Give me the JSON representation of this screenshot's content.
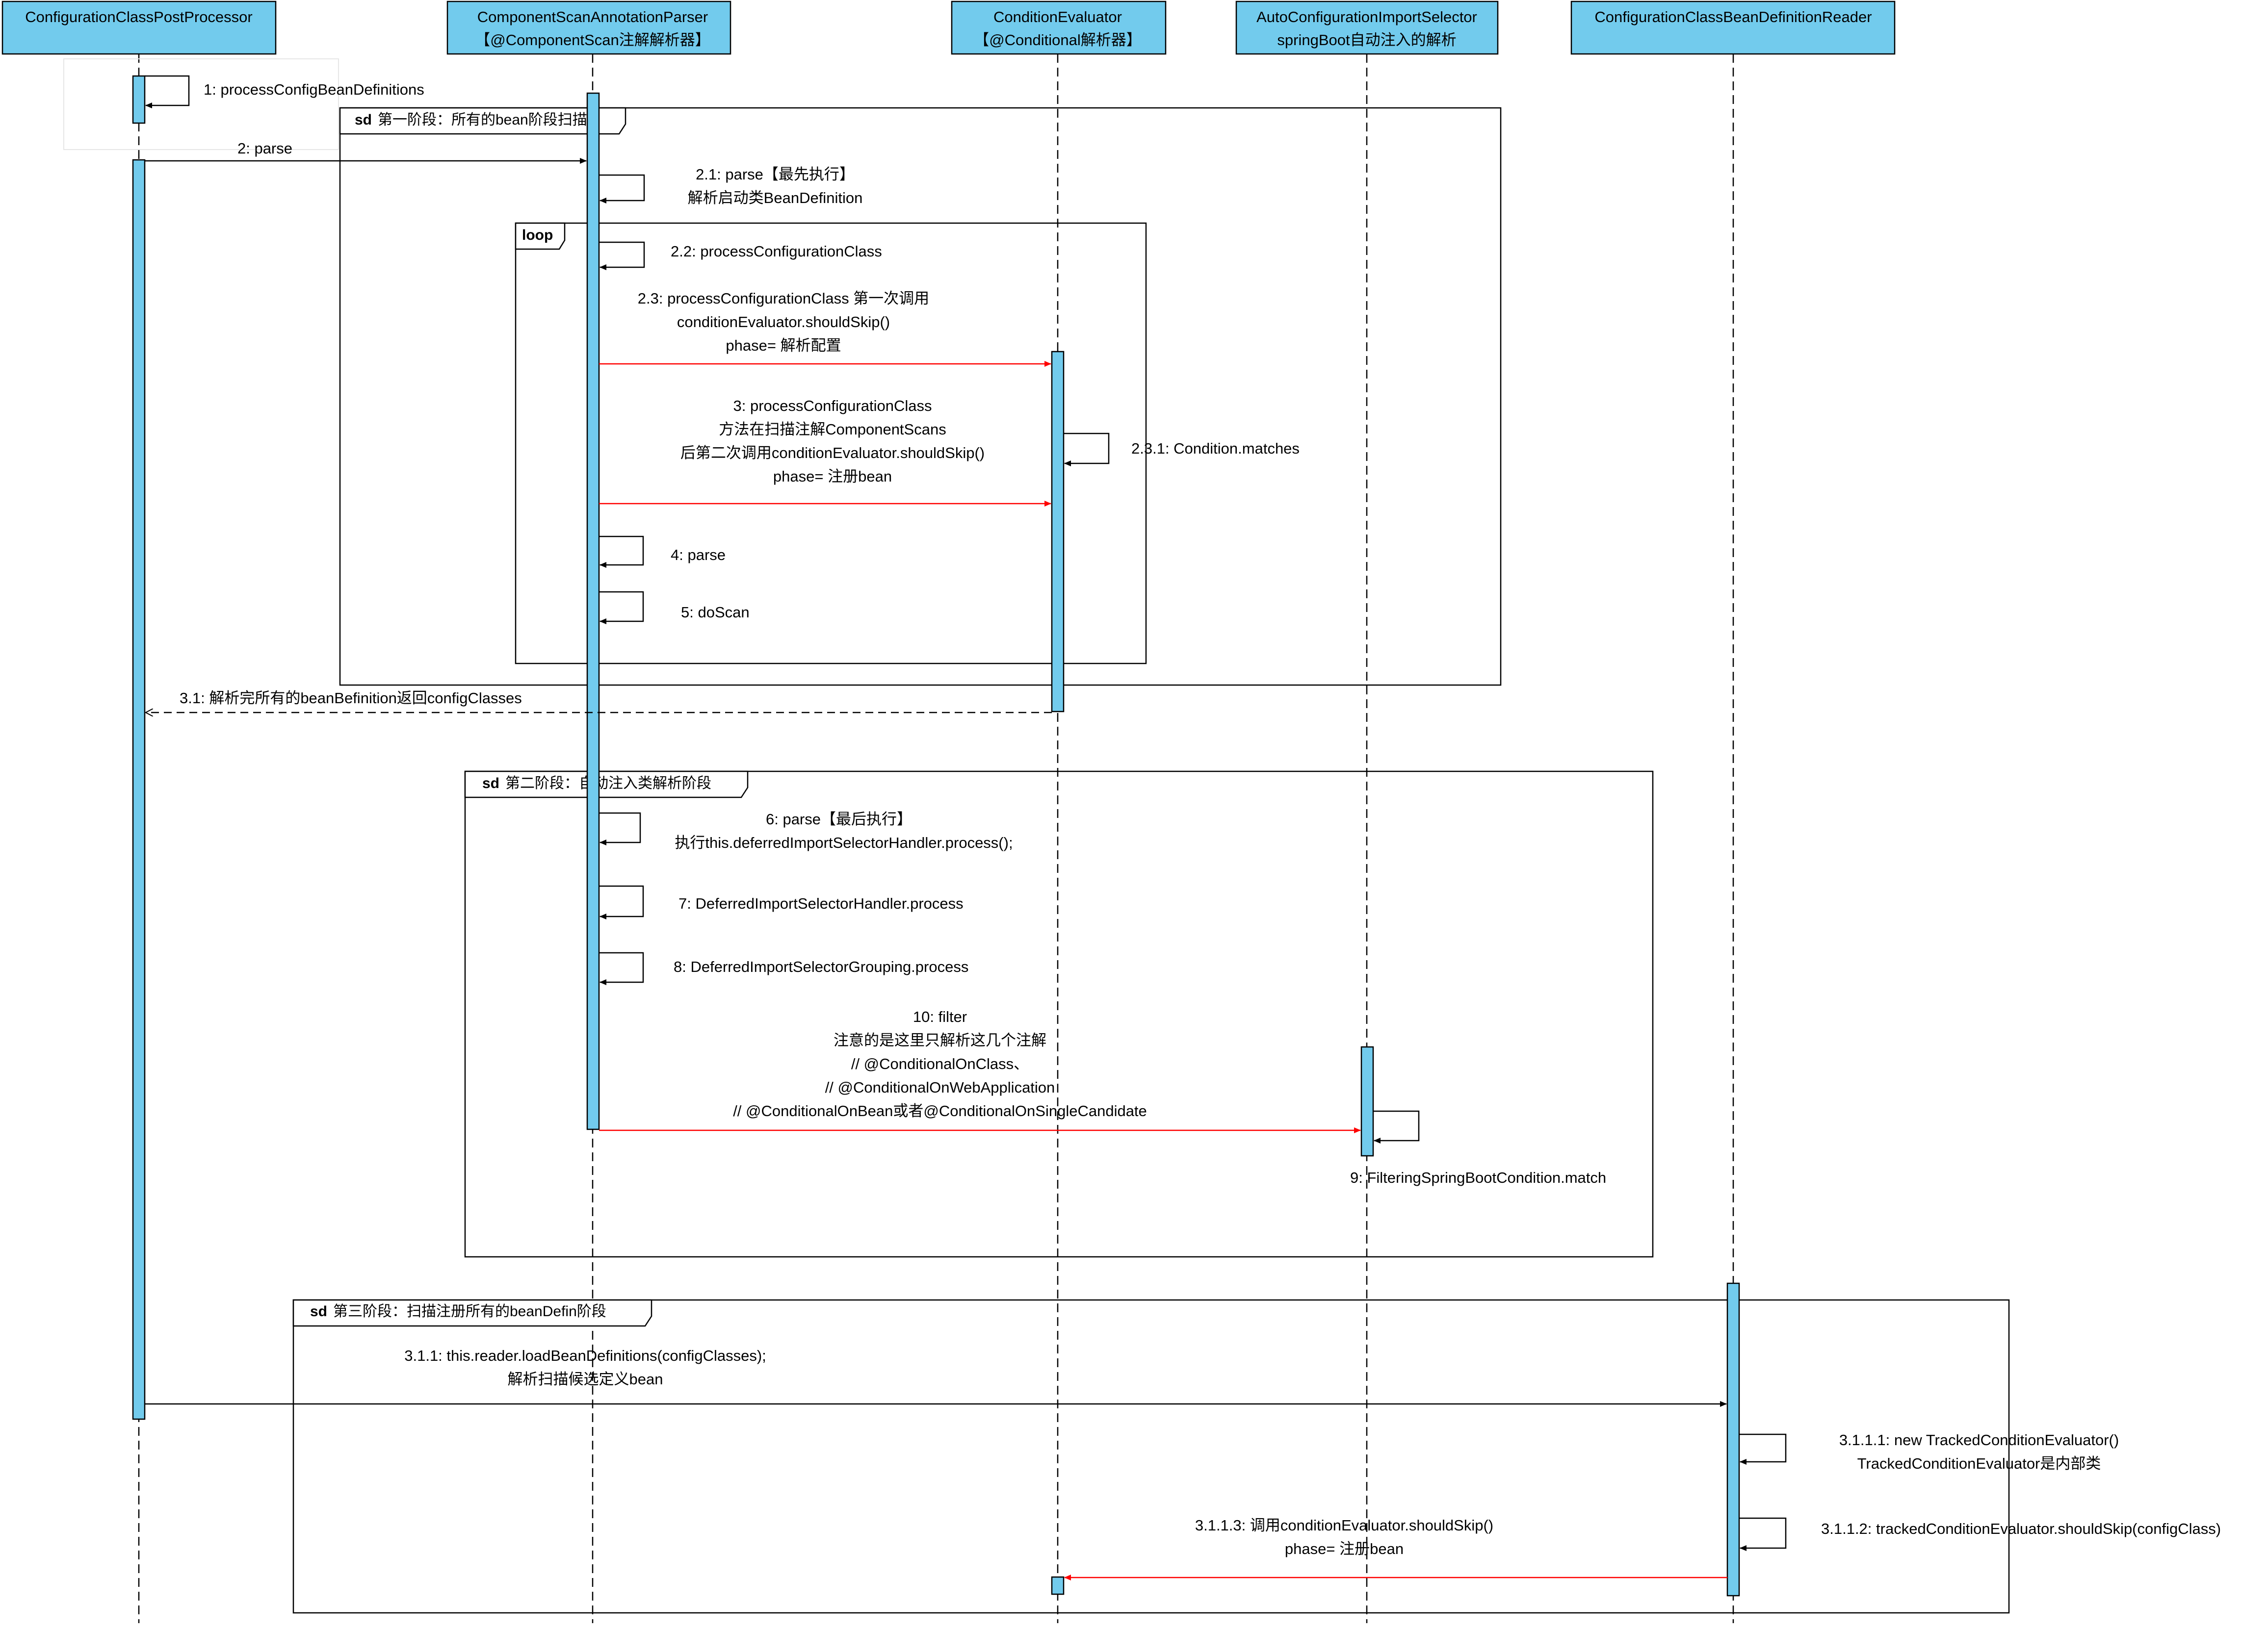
{
  "lifelines": [
    {
      "id": "ccpp",
      "line1": "ConfigurationClassPostProcessor",
      "line2": ""
    },
    {
      "id": "csap",
      "line1": "ComponentScanAnnotationParser",
      "line2": "【@ComponentScan注解解析器】"
    },
    {
      "id": "ce",
      "line1": "ConditionEvaluator",
      "line2": "【@Conditional解析器】"
    },
    {
      "id": "acis",
      "line1": "AutoConfigurationImportSelector",
      "line2": "springBoot自动注入的解析"
    },
    {
      "id": "ccbdr",
      "line1": "ConfigurationClassBeanDefinitionReader",
      "line2": ""
    }
  ],
  "frames": {
    "phase1": {
      "keyword": "sd",
      "title": "第一阶段：所有的bean阶段扫描"
    },
    "loop": {
      "keyword": "loop",
      "title": ""
    },
    "phase2": {
      "keyword": "sd",
      "title": "第二阶段：自动注入类解析阶段"
    },
    "phase3": {
      "keyword": "sd",
      "title": "第三阶段：扫描注册所有的beanDefin阶段"
    }
  },
  "messages": {
    "m1": [
      "1: processConfigBeanDefinitions"
    ],
    "m2": [
      "2: parse"
    ],
    "m21": [
      "2.1: parse【最先执行】",
      "解析启动类BeanDefinition"
    ],
    "m22": [
      "2.2: processConfigurationClass"
    ],
    "m23": [
      "2.3: processConfigurationClass 第一次调用",
      "conditionEvaluator.shouldSkip()",
      "phase= 解析配置"
    ],
    "m3": [
      "3: processConfigurationClass",
      "方法在扫描注解ComponentScans",
      "后第二次调用conditionEvaluator.shouldSkip()",
      "phase= 注册bean"
    ],
    "m231": [
      "2.3.1: Condition.matches"
    ],
    "m4": [
      "4: parse"
    ],
    "m5": [
      "5: doScan"
    ],
    "m31": [
      "3.1: 解析完所有的beanBefinition返回configClasses"
    ],
    "m6": [
      "6: parse【最后执行】",
      "执行this.deferredImportSelectorHandler.process();"
    ],
    "m7": [
      "7: DeferredImportSelectorHandler.process"
    ],
    "m8": [
      "8: DeferredImportSelectorGrouping.process"
    ],
    "m10": [
      "10: filter",
      "注意的是这里只解析这几个注解",
      "// @ConditionalOnClass、",
      "// @ConditionalOnWebApplication",
      "// @ConditionalOnBean或者@ConditionalOnSingleCandidate"
    ],
    "m9": [
      "9: FilteringSpringBootCondition.match"
    ],
    "m311": [
      "3.1.1: this.reader.loadBeanDefinitions(configClasses);",
      "解析扫描候选定义bean"
    ],
    "m3111": [
      "3.1.1.1: new TrackedConditionEvaluator()",
      "TrackedConditionEvaluator是内部类"
    ],
    "m3112": [
      "3.1.1.2: trackedConditionEvaluator.shouldSkip(configClass)"
    ],
    "m3113": [
      "3.1.1.3: 调用conditionEvaluator.shouldSkip()",
      "phase= 注册bean"
    ]
  },
  "colors": {
    "lifeline_fill": "#72cbed",
    "activation_fill": "#72cbed",
    "line": "#000000",
    "highlight_arrow": "#ff0000"
  }
}
